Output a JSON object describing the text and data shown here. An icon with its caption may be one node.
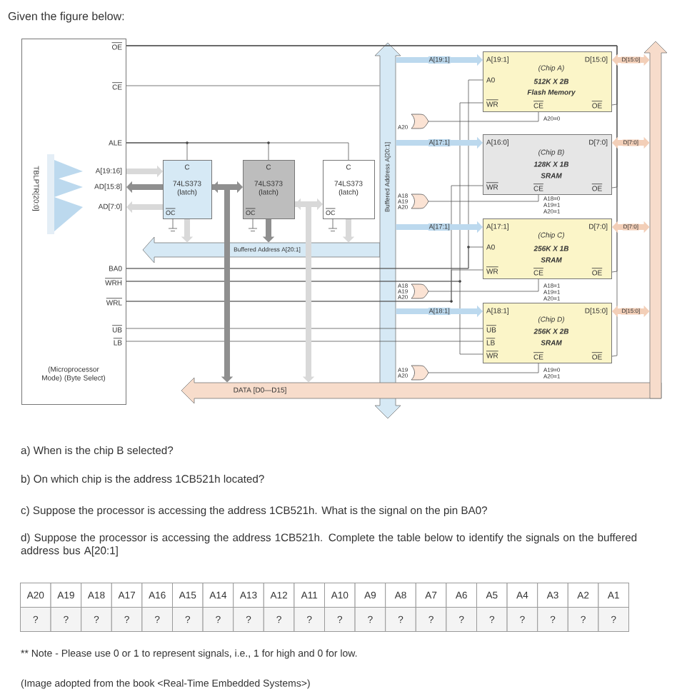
{
  "diagram": {
    "title": "Given the figure below:",
    "nodes": [
      {
        "text": [
          "OE",
          "CE",
          "ALE",
          "A[19:16]",
          "AD[15:8]",
          "AD[7:0]",
          "BA0",
          "WRH",
          "WRL",
          "UB",
          "LB",
          "(Microprocessor Mode) (Byte Select)"
        ]
      },
      {
        "text": [
          "C",
          "74LS373 (latch)",
          "OC"
        ]
      },
      {
        "text": [
          "C",
          "74LS373 (latch)",
          "OC"
        ]
      },
      {
        "text": [
          "C",
          "74LS373 (latch)",
          "OC"
        ]
      },
      {
        "text": [
          "Buffered Address A[20:1]"
        ]
      },
      {
        "text": [
          "Buffered Address A[20:1]"
        ]
      },
      {
        "text": [
          "A[19:1]",
          "D[15:0]",
          "(Chip A)",
          "A0",
          "512K X 2B",
          "Flash Memory",
          "WR",
          "CE",
          "OE"
        ],
        "beside": [
          "A20=0"
        ]
      },
      {
        "text": [
          "A[16:0]",
          "D[7:0]",
          "(Chip B)",
          "128K X 1B",
          "SRAM",
          "WR",
          "CE",
          "OE"
        ],
        "beside": [
          "A18=0",
          "A19=1",
          "A20=1"
        ]
      },
      {
        "text": [
          "A[17:1]",
          "D[7:0]",
          "(Chip C)",
          "A0",
          "256K X 1B",
          "SRAM",
          "WR",
          "CE",
          "OE"
        ],
        "beside": [
          "A18=1",
          "A19=1",
          "A20=1"
        ]
      },
      {
        "text": [
          "A[18:1]",
          "D[15:0]",
          "(Chip D)",
          "UB",
          "LB",
          "256K X 2B",
          "SRAM",
          "WR",
          "CE",
          "OE"
        ],
        "beside": [
          "A19=0",
          "A20=1"
        ]
      },
      {
        "text": [
          "DATA [D0—D15]"
        ]
      },
      {
        "text": [],
        "shape": "bar"
      }
    ],
    "edges": [
      {
        "from": 0,
        "to": 1,
        "arrow": "to",
        "color": "#d9d9d9"
      },
      {
        "from": 1,
        "to": 0,
        "arrow": "to",
        "color": "#8f8f8f"
      },
      {
        "from": 1,
        "to": 0,
        "arrow": "to",
        "color": "#d9d9d9"
      },
      {
        "from": 1,
        "to": 2,
        "arrow": "to",
        "color": "#8f8f8f"
      },
      {
        "from": 2,
        "to": 3,
        "arrow": "to",
        "color": "#d9d9d9"
      },
      {
        "from": 1,
        "to": 4,
        "arrow": "to",
        "color": "#d9d9d9"
      },
      {
        "from": 2,
        "to": 4,
        "arrow": "to",
        "color": "#8f8f8f"
      },
      {
        "from": 3,
        "to": 4,
        "arrow": "to",
        "color": "#d9d9d9"
      },
      {
        "from": 1,
        "to": 10,
        "arrow": "both",
        "color": "#8f8f8f"
      },
      {
        "from": 2,
        "to": 10,
        "arrow": "both",
        "color": "#d9d9d9"
      },
      {
        "from": 5,
        "to": 6,
        "arrow": "to",
        "label": "A[19:1]",
        "color": "#bcd9ee"
      },
      {
        "from": 5,
        "to": 7,
        "arrow": "to",
        "label": "A[17:1]",
        "color": "#bcd9ee"
      },
      {
        "from": 5,
        "to": 8,
        "arrow": "to",
        "label": "A[17:1]",
        "color": "#bcd9ee"
      },
      {
        "from": 5,
        "to": 9,
        "arrow": "to",
        "label": "A[18:1]",
        "color": "#bcd9ee"
      },
      {
        "from": 6,
        "to": 11,
        "arrow": "both",
        "label": "D[15:0]",
        "color": "#f3cfb8"
      },
      {
        "from": 7,
        "to": 11,
        "arrow": "both",
        "label": "D[7:0]",
        "color": "#f3cfb8"
      },
      {
        "from": 8,
        "to": 11,
        "arrow": "both",
        "label": "D[7:0]",
        "color": "#f3cfb8"
      },
      {
        "from": 9,
        "to": 11,
        "arrow": "both",
        "label": "D[15:0]",
        "color": "#f3cfb8"
      },
      {
        "from": 0,
        "to": 6,
        "arrow": "none"
      },
      {
        "from": 0,
        "to": 7,
        "arrow": "none"
      },
      {
        "from": 0,
        "to": 8,
        "arrow": "none"
      },
      {
        "from": 0,
        "to": 9,
        "arrow": "none"
      },
      {
        "from": 0,
        "to": 5,
        "arrow": "none"
      },
      {
        "from": 0,
        "to": 1,
        "arrow": "none"
      },
      {
        "from": 0,
        "to": 2,
        "arrow": "none"
      },
      {
        "from": 0,
        "to": 3,
        "arrow": "none"
      },
      {
        "from": 0,
        "to": 6,
        "arrow": "none"
      },
      {
        "from": 0,
        "to": 8,
        "arrow": "none"
      },
      {
        "from": 0,
        "to": 6,
        "arrow": "none"
      },
      {
        "from": 0,
        "to": 9,
        "arrow": "none"
      },
      {
        "from": 0,
        "to": 7,
        "arrow": "none"
      },
      {
        "from": 0,
        "to": 8,
        "arrow": "none"
      },
      {
        "from": 0,
        "to": 9,
        "arrow": "none"
      },
      {
        "from": 0,
        "to": 9,
        "arrow": "none"
      }
    ],
    "labels": [
      "TBLPTR[20:0]",
      "A20",
      "A18",
      "A19",
      "A20",
      "A18",
      "A19",
      "A20",
      "A19",
      "A20",
      "a) When is the chip B selected?",
      "b) On which chip is the address 1CB521h located?",
      "c) Suppose the processor is accessing the address 1CB521h. What is the signal on the pin BA0?",
      "d) Suppose the processor is accessing the address 1CB521h. Complete the table below to identify the signals on the buffered address bus A[20:1]",
      "A20",
      "A19",
      "A18",
      "A17",
      "A16",
      "A15",
      "A14",
      "A13",
      "A12",
      "A11",
      "A10",
      "A9",
      "A8",
      "A7",
      "A6",
      "A5",
      "A4",
      "A3",
      "A2",
      "A1",
      "?",
      "?",
      "?",
      "?",
      "?",
      "?",
      "?",
      "?",
      "?",
      "?",
      "?",
      "?",
      "?",
      "?",
      "?",
      "?",
      "?",
      "?",
      "?",
      "?",
      "** Note - Please use 0 or 1 to represent signals, i.e., 1 for high and 0 for low.",
      "(Image adopted from the book <Real-Time Embedded Systems>)"
    ]
  }
}
